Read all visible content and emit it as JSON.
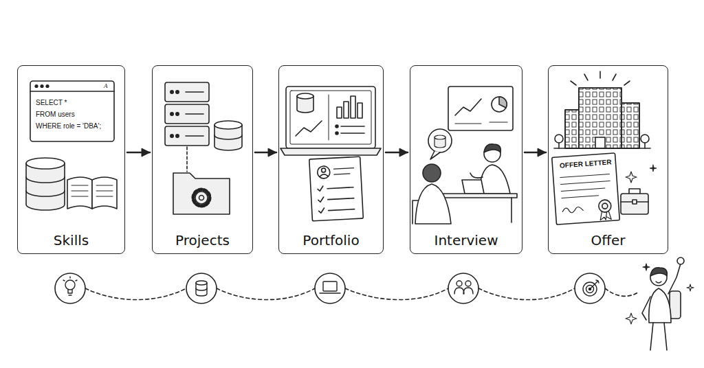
{
  "diagram": {
    "nodes": [
      {
        "text": [
          "Skills"
        ]
      },
      {
        "text": [
          "Projects"
        ]
      },
      {
        "text": [
          "Portfolio"
        ]
      },
      {
        "text": [
          "Interview"
        ]
      },
      {
        "text": [
          "Offer"
        ]
      }
    ],
    "edges": [
      {
        "from": 0,
        "to": 1,
        "arrow": "to"
      },
      {
        "from": 1,
        "to": 2,
        "arrow": "to"
      },
      {
        "from": 2,
        "to": 3,
        "arrow": "to"
      },
      {
        "from": 3,
        "to": 4,
        "arrow": "to"
      }
    ],
    "labels": [
      "SELECT *",
      "FROM users",
      "WHERE role = 'DBA';",
      "A",
      "OFFER LETTER"
    ]
  }
}
